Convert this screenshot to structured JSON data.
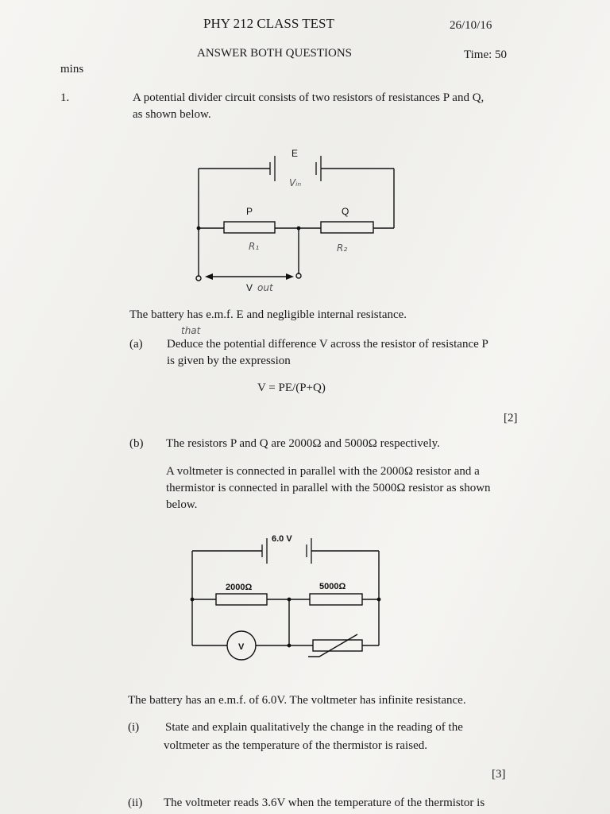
{
  "header": {
    "course": "PHY 212 CLASS TEST",
    "date": "26/10/16",
    "instruction": "ANSWER BOTH QUESTIONS",
    "time": "Time: 50",
    "time_cont": "mins"
  },
  "q1": {
    "number": "1.",
    "intro_line1": "A potential divider circuit consists of two resistors of resistances P and Q,",
    "intro_line2": "as shown below.",
    "battery_note": "The battery has e.m.f. E and negligible internal resistance.",
    "a_label": "(a)",
    "a_line1": "Deduce the potential difference V across the resistor of resistance P",
    "a_line2": "is given by the expression",
    "a_formula": "V = PE/(P+Q)",
    "a_marks": "[2]",
    "b_label": "(b)",
    "b_line1": "The resistors P and Q are 2000Ω and 5000Ω respectively.",
    "b_para_line1": "A voltmeter is connected in parallel with the 2000Ω resistor and  a",
    "b_para_line2": "thermistor is connected in parallel with the 5000Ω resistor as shown",
    "b_para_line3": "below.",
    "b_battery_note": "The battery has an e.m.f. of 6.0V. The voltmeter has infinite resistance.",
    "i_label": "(i)",
    "i_line1": "State and explain qualitatively the change in the reading of the",
    "i_line2": "voltmeter as the temperature of the thermistor is raised.",
    "i_marks": "[3]",
    "ii_label": "(ii)",
    "ii_line1": "The voltmeter reads 3.6V when the temperature of the thermistor is"
  },
  "circuit1": {
    "emf_label": "E",
    "p_label": "P",
    "q_label": "Q",
    "vout_label": "V",
    "hand_vin": "Vᵢₙ",
    "hand_r1": "R₁",
    "hand_r2": "R₂",
    "hand_vout_sub": "out"
  },
  "circuit2": {
    "emf_label": "6.0 V",
    "r1_label": "2000Ω",
    "r2_label": "5000Ω",
    "voltmeter_label": "V"
  },
  "handwriting": {
    "above_deduce": "that"
  }
}
